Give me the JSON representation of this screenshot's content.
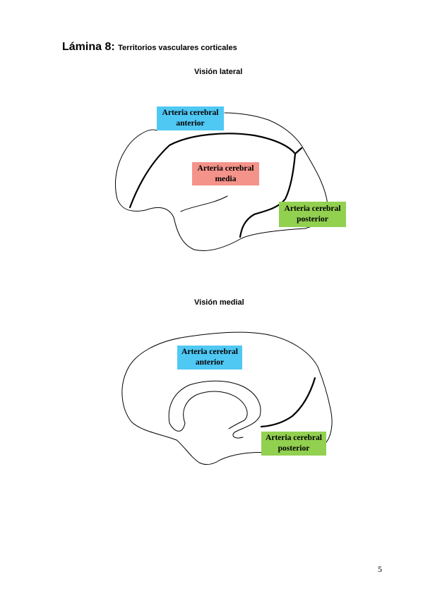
{
  "header": {
    "title": "Lámina 8:",
    "subtitle": "Territorios vasculares corticales"
  },
  "lateral_view": {
    "title": "Visión lateral",
    "labels": {
      "anterior": {
        "line1": "Arteria cerebral",
        "line2": "anterior",
        "color": "#4fc8f4"
      },
      "media": {
        "line1": "Arteria cerebral",
        "line2": "media",
        "color": "#f4938a"
      },
      "posterior": {
        "line1": "Arteria cerebral",
        "line2": "posterior",
        "color": "#92d050"
      }
    }
  },
  "medial_view": {
    "title": "Visión medial",
    "labels": {
      "anterior": {
        "line1": "Arteria cerebral",
        "line2": "anterior",
        "color": "#4fc8f4"
      },
      "posterior": {
        "line1": "Arteria cerebral",
        "line2": "posterior",
        "color": "#92d050"
      }
    }
  },
  "page_number": "5"
}
